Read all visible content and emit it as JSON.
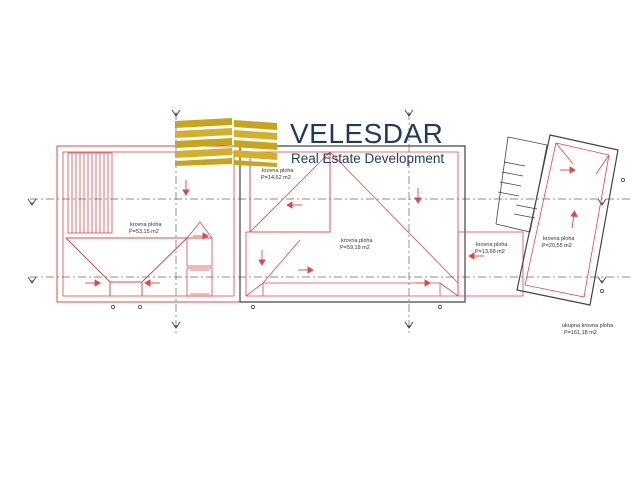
{
  "brand": {
    "name": "VELESDAR",
    "tagline": "Real Estate Development",
    "color": "#1f3a5f",
    "mark_color": "#c8a41a"
  },
  "colors": {
    "red_line": "#e04848",
    "dark_line": "#333333",
    "axis_line": "#555555",
    "background": "#ffffff"
  },
  "areas": [
    {
      "label": "krovna ploha",
      "value": "P=53,15 m2"
    },
    {
      "label": "krovna ploha",
      "value": "P=14,62 m2"
    },
    {
      "label": "krovna ploha",
      "value": "P=59,18 m2"
    },
    {
      "label": "krovna ploha",
      "value": "P=13,68 m2"
    },
    {
      "label": "krovna ploha",
      "value": "P=20,55 m2"
    }
  ],
  "total": {
    "label": "ukupna krovna ploha",
    "value": "P=161,18 m2"
  }
}
